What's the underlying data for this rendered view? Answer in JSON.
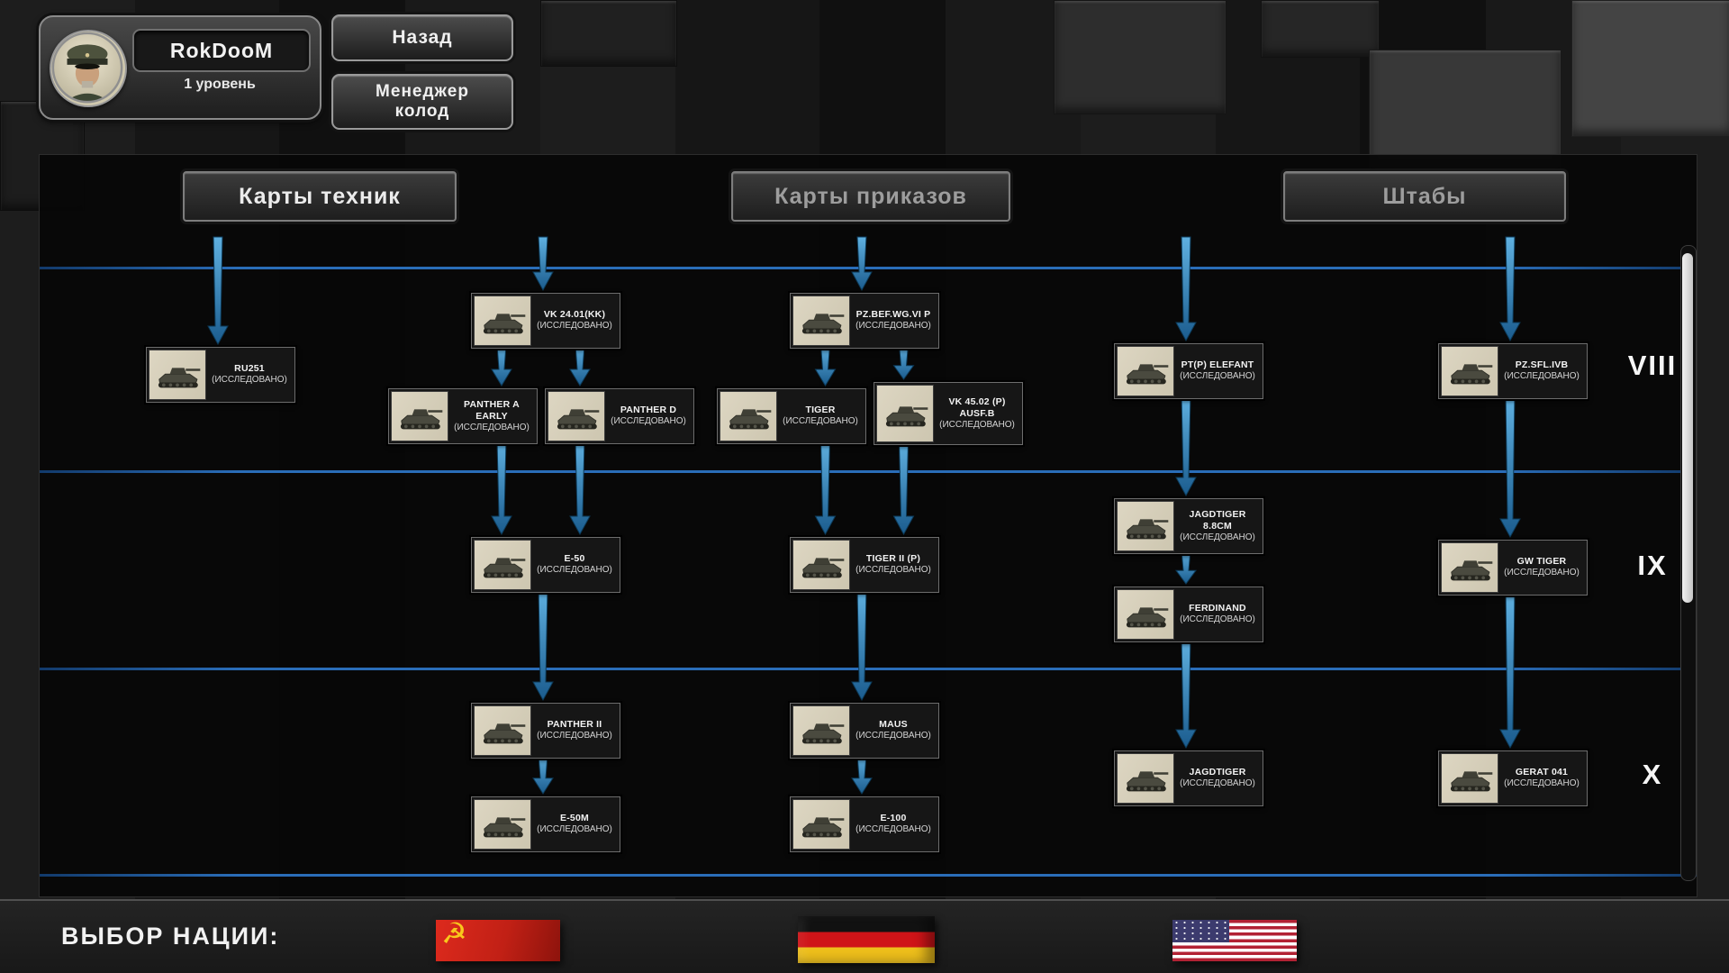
{
  "player": {
    "name": "RokDooM",
    "level": "1 уровень"
  },
  "nav": {
    "back_label": "Назад",
    "deck_manager_line1": "Менеджер",
    "deck_manager_line2": "колод"
  },
  "section_headers": [
    {
      "id": "tech",
      "label": "Карты техник"
    },
    {
      "id": "orders",
      "label": "Карты приказов"
    },
    {
      "id": "hq",
      "label": "Штабы"
    }
  ],
  "tier_labels": [
    "VIII",
    "IX",
    "X"
  ],
  "cards": [
    {
      "id": "ru251",
      "name": "Ru251",
      "status": "(исследовано)"
    },
    {
      "id": "vk2401",
      "name": "VK 24.01(KK)",
      "status": "(исследовано)"
    },
    {
      "id": "panther-a",
      "name": "Panther A early",
      "status": "(исследовано)"
    },
    {
      "id": "panther-d",
      "name": "Panther D",
      "status": "(исследовано)"
    },
    {
      "id": "tiger",
      "name": "Tiger",
      "status": "(исследовано)"
    },
    {
      "id": "vk4502",
      "name": "VK 45.02 (P) Ausf.B",
      "status": "(исследовано)"
    },
    {
      "id": "pzbef",
      "name": "Pz.Bef.Wg.VI P",
      "status": "(исследовано)"
    },
    {
      "id": "elefant",
      "name": "PT(P) Elefant",
      "status": "(исследовано)"
    },
    {
      "id": "pzsfl",
      "name": "Pz.Sfl.IVb",
      "status": "(исследовано)"
    },
    {
      "id": "e50",
      "name": "E-50",
      "status": "(исследовано)"
    },
    {
      "id": "tiger2p",
      "name": "Tiger II (P)",
      "status": "(исследовано)"
    },
    {
      "id": "jagd88",
      "name": "Jagdtiger 8.8cm",
      "status": "(исследовано)"
    },
    {
      "id": "ferdinand",
      "name": "Ferdinand",
      "status": "(исследовано)"
    },
    {
      "id": "gwtiger",
      "name": "GW Tiger",
      "status": "(исследовано)"
    },
    {
      "id": "panther2",
      "name": "Panther II",
      "status": "(исследовано)"
    },
    {
      "id": "maus",
      "name": "Maus",
      "status": "(исследовано)"
    },
    {
      "id": "jagdtiger",
      "name": "Jagdtiger",
      "status": "(исследовано)"
    },
    {
      "id": "gerat",
      "name": "GerAt 041",
      "status": "(исследовано)"
    },
    {
      "id": "e50m",
      "name": "E-50M",
      "status": "(исследовано)"
    },
    {
      "id": "e100",
      "name": "E-100",
      "status": "(исследовано)"
    }
  ],
  "connections": [
    [
      "top",
      "ru251"
    ],
    [
      "top",
      "vk2401"
    ],
    [
      "top",
      "pzbef"
    ],
    [
      "top",
      "elefant"
    ],
    [
      "top",
      "pzsfl"
    ],
    [
      "vk2401",
      "panther-a"
    ],
    [
      "vk2401",
      "panther-d"
    ],
    [
      "panther-a",
      "e50"
    ],
    [
      "panther-d",
      "e50"
    ],
    [
      "e50",
      "panther2"
    ],
    [
      "panther2",
      "e50m"
    ],
    [
      "pzbef",
      "tiger"
    ],
    [
      "pzbef",
      "vk4502"
    ],
    [
      "tiger",
      "tiger2p"
    ],
    [
      "vk4502",
      "tiger2p"
    ],
    [
      "tiger2p",
      "maus"
    ],
    [
      "maus",
      "e100"
    ],
    [
      "elefant",
      "jagd88"
    ],
    [
      "jagd88",
      "ferdinand"
    ],
    [
      "ferdinand",
      "jagdtiger"
    ],
    [
      "pzsfl",
      "gwtiger"
    ],
    [
      "gwtiger",
      "gerat"
    ]
  ],
  "nation_bar": {
    "label": "Выбор нации:",
    "nations": [
      "ussr",
      "germany",
      "usa"
    ]
  },
  "icons": {
    "hammer_sickle": "☭"
  },
  "colors": {
    "arrow_top": "#5fb0e0",
    "arrow_bottom": "#1b5c8e",
    "tier_line": "#2a6db8"
  }
}
